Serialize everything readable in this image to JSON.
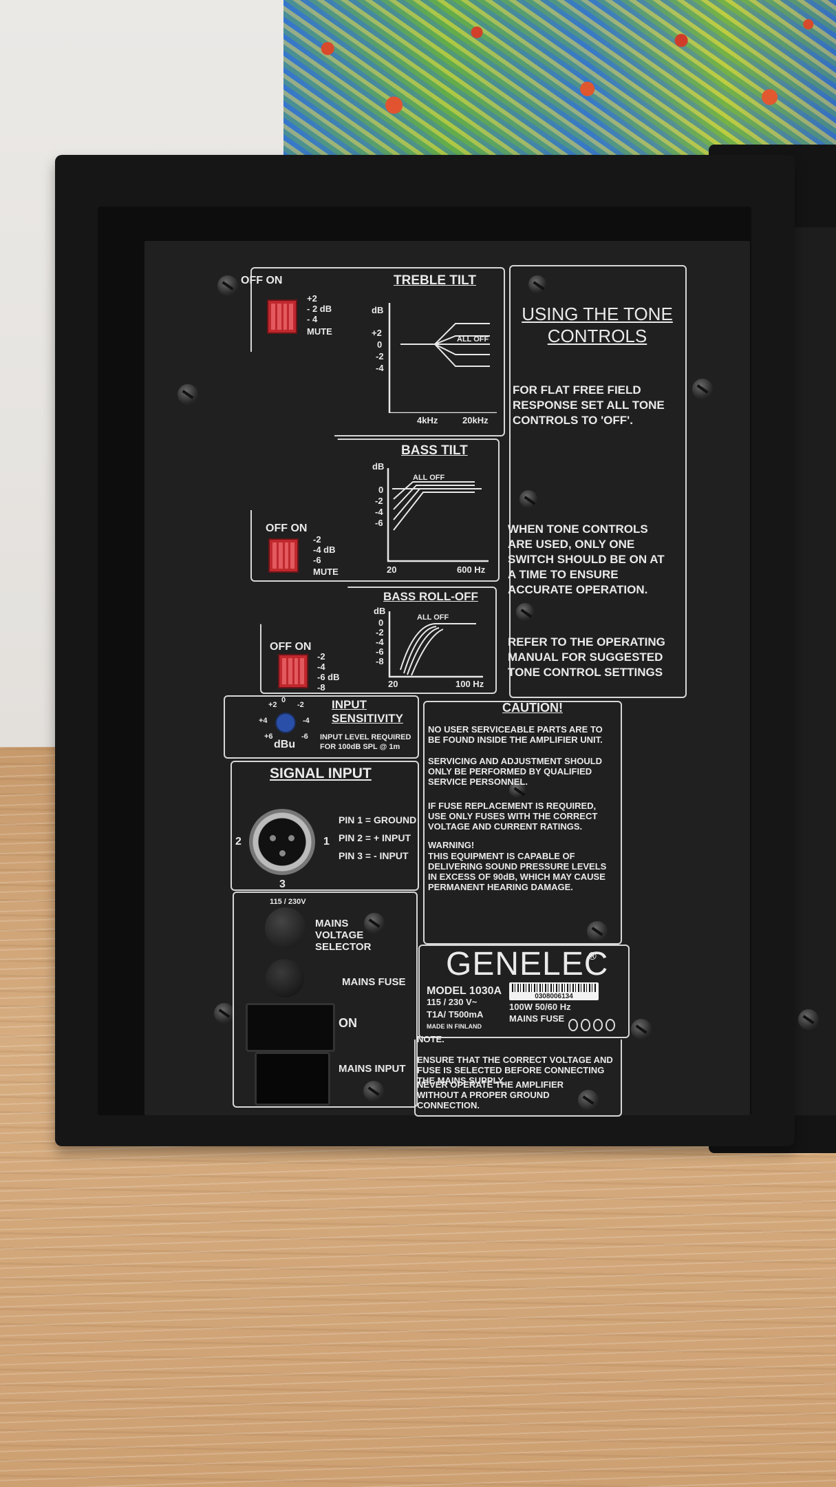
{
  "treble": {
    "off_on": "OFF  ON",
    "title": "TREBLE TILT",
    "levels": [
      "+2",
      "- 2  dB",
      "- 4",
      "MUTE"
    ],
    "db": "dB",
    "axis": [
      "+2",
      "0",
      "-2",
      "-4"
    ],
    "all_off": "ALL OFF",
    "f1": "4kHz",
    "f2": "20kHz"
  },
  "bass_tilt": {
    "off_on": "OFF  ON",
    "title": "BASS TILT",
    "levels": [
      "-2",
      "-4  dB",
      "-6",
      "MUTE"
    ],
    "db": "dB",
    "axis": [
      "0",
      "-2",
      "-4",
      "-6"
    ],
    "all_off": "ALL OFF",
    "f1": "20",
    "f2": "600 Hz"
  },
  "rolloff": {
    "off_on": "OFF  ON",
    "title": "BASS ROLL-OFF",
    "levels": [
      "-2",
      "-4",
      "-6  dB",
      "-8"
    ],
    "db": "dB",
    "axis": [
      "0",
      "-2",
      "-4",
      "-6",
      "-8"
    ],
    "all_off": "ALL OFF",
    "f1": "20",
    "f2": "100 Hz"
  },
  "tone": {
    "title": "USING THE TONE CONTROLS",
    "p1": "FOR FLAT FREE FIELD RESPONSE SET ALL TONE CONTROLS TO 'OFF'.",
    "p2": "WHEN TONE CONTROLS ARE USED, ONLY ONE SWITCH SHOULD BE ON AT A TIME TO ENSURE ACCURATE OPERATION.",
    "p3": "REFER TO THE OPERATING MANUAL FOR SUGGESTED TONE CONTROL SETTINGS"
  },
  "sensitivity": {
    "title": "INPUT SENSITIVITY",
    "dbu": "dBu",
    "note": "INPUT LEVEL REQUIRED FOR 100dB SPL @ 1m",
    "marks": [
      "+2",
      "0",
      "-2",
      "+4",
      "-4",
      "+6",
      "-6"
    ]
  },
  "caution": {
    "title": "CAUTION!",
    "p1": "NO USER SERVICEABLE PARTS ARE TO BE FOUND INSIDE THE AMPLIFIER UNIT.",
    "p2": "SERVICING AND ADJUSTMENT SHOULD ONLY BE PERFORMED BY QUALIFIED SERVICE PERSONNEL.",
    "p3": "IF FUSE REPLACEMENT IS REQUIRED, USE ONLY FUSES WITH THE CORRECT VOLTAGE AND CURRENT RATINGS.",
    "warn": "WARNING!",
    "p4": "THIS EQUIPMENT IS CAPABLE OF DELIVERING SOUND PRESSURE LEVELS IN EXCESS OF 90dB, WHICH MAY CAUSE PERMANENT HEARING DAMAGE."
  },
  "signal": {
    "title": "SIGNAL INPUT",
    "pin1": "PIN 1 = GROUND",
    "pin2": "PIN 2 = + INPUT",
    "pin3": "PIN 3 = - INPUT",
    "n1": "1",
    "n2": "2",
    "n3": "3"
  },
  "mains": {
    "voltage": "115 / 230V",
    "selector": "MAINS VOLTAGE SELECTOR",
    "fuse": "MAINS FUSE",
    "on": "ON",
    "input": "MAINS INPUT"
  },
  "label": {
    "brand": "GENELEC",
    "reg": "®",
    "model": "MODEL 1030A",
    "serial": "0308006134",
    "v": "115 / 230 V~",
    "power": "100W  50/60 Hz",
    "fuse": "T1A/ T500mA",
    "mains_fuse": "MAINS FUSE",
    "made": "MADE IN FINLAND"
  },
  "note": {
    "title": "NOTE.",
    "p1": "ENSURE THAT THE CORRECT VOLTAGE AND FUSE IS SELECTED BEFORE CONNECTING THE MAINS SUPPLY.",
    "p2": "NEVER OPERATE THE AMPLIFIER WITHOUT A PROPER GROUND CONNECTION."
  }
}
